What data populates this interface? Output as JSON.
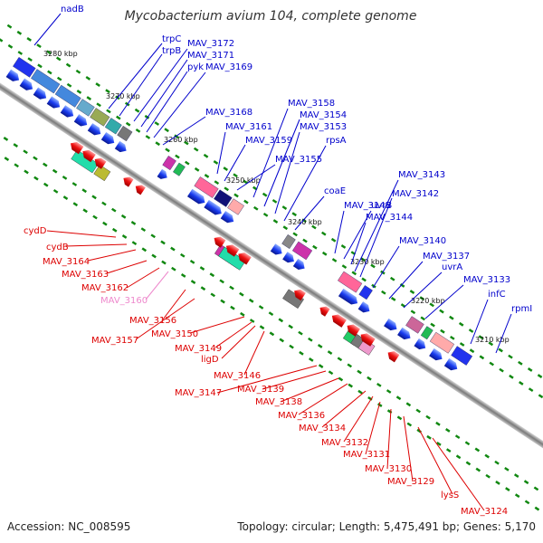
{
  "title": "Mycobacterium avium 104, complete genome",
  "footer": {
    "accession": "Accession: NC_008595",
    "topology": "Topology: circular; Length: 5,475,491 bp; Genes: 5,170"
  },
  "colors": {
    "forward_label": "#0000cc",
    "reverse_label": "#dd0000",
    "pseudo_label": "#ee88cc",
    "backbone": "#888888",
    "forward_arrow": "#0000ee",
    "reverse_arrow": "#ee0000",
    "tick": "#118811"
  },
  "kbp_marks": [
    "3280 kbp",
    "3270 kbp",
    "3260 kbp",
    "3250 kbp",
    "3240 kbp",
    "3230 kbp",
    "3220 kbp",
    "3210 kbp"
  ],
  "forward_labels": [
    "nadB",
    "trpC",
    "trpB",
    "MAV_3172",
    "MAV_3171",
    "pyk",
    "MAV_3169",
    "MAV_3168",
    "MAV_3161",
    "MAV_3159",
    "MAV_3158",
    "MAV_3154",
    "MAV_3153",
    "rpsA",
    "MAV_3155",
    "coaE",
    "MAV_3145",
    "uvrB",
    "MAV_3144",
    "MAV_3143",
    "MAV_3142",
    "MAV_3140",
    "MAV_3137",
    "uvrA",
    "MAV_3133",
    "infC",
    "rpmI"
  ],
  "reverse_labels": [
    "cydD",
    "cydB",
    "MAV_3164",
    "MAV_3163",
    "MAV_3162",
    "MAV_3160",
    "MAV_3156",
    "MAV_3157",
    "MAV_3150",
    "MAV_3149",
    "ligD",
    "MAV_3146",
    "MAV_3147",
    "MAV_3139",
    "MAV_3138",
    "MAV_3136",
    "MAV_3134",
    "MAV_3132",
    "MAV_3131",
    "MAV_3130",
    "MAV_3129",
    "lysS",
    "MAV_3124"
  ]
}
